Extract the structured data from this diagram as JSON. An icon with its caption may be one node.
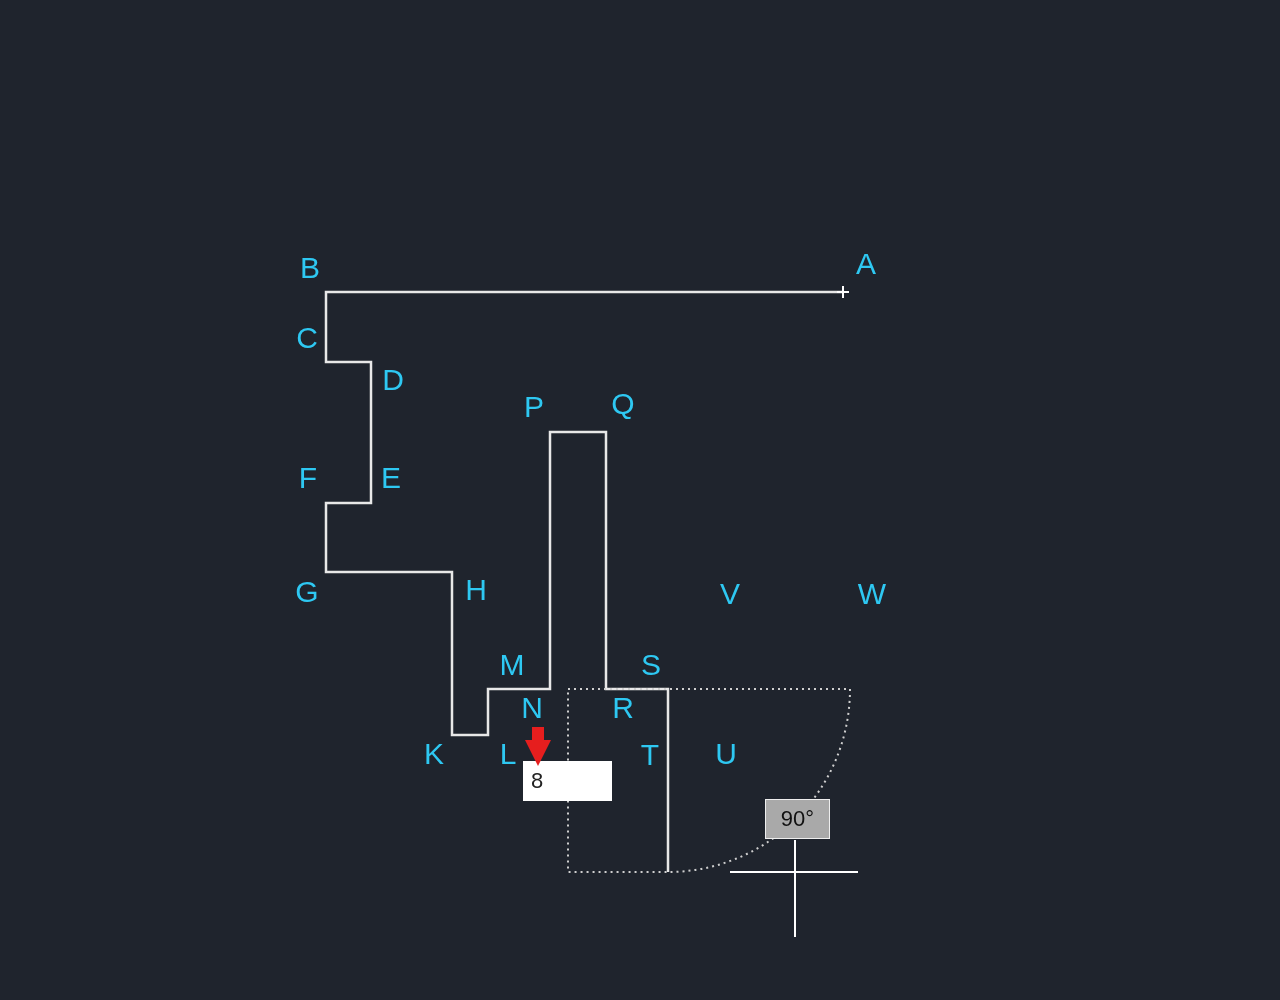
{
  "diagram": {
    "labels": [
      "B",
      "A",
      "C",
      "D",
      "P",
      "Q",
      "F",
      "E",
      "G",
      "H",
      "V",
      "W",
      "M",
      "S",
      "N",
      "R",
      "K",
      "L",
      "T",
      "U",
      "8",
      "90°"
    ]
  }
}
